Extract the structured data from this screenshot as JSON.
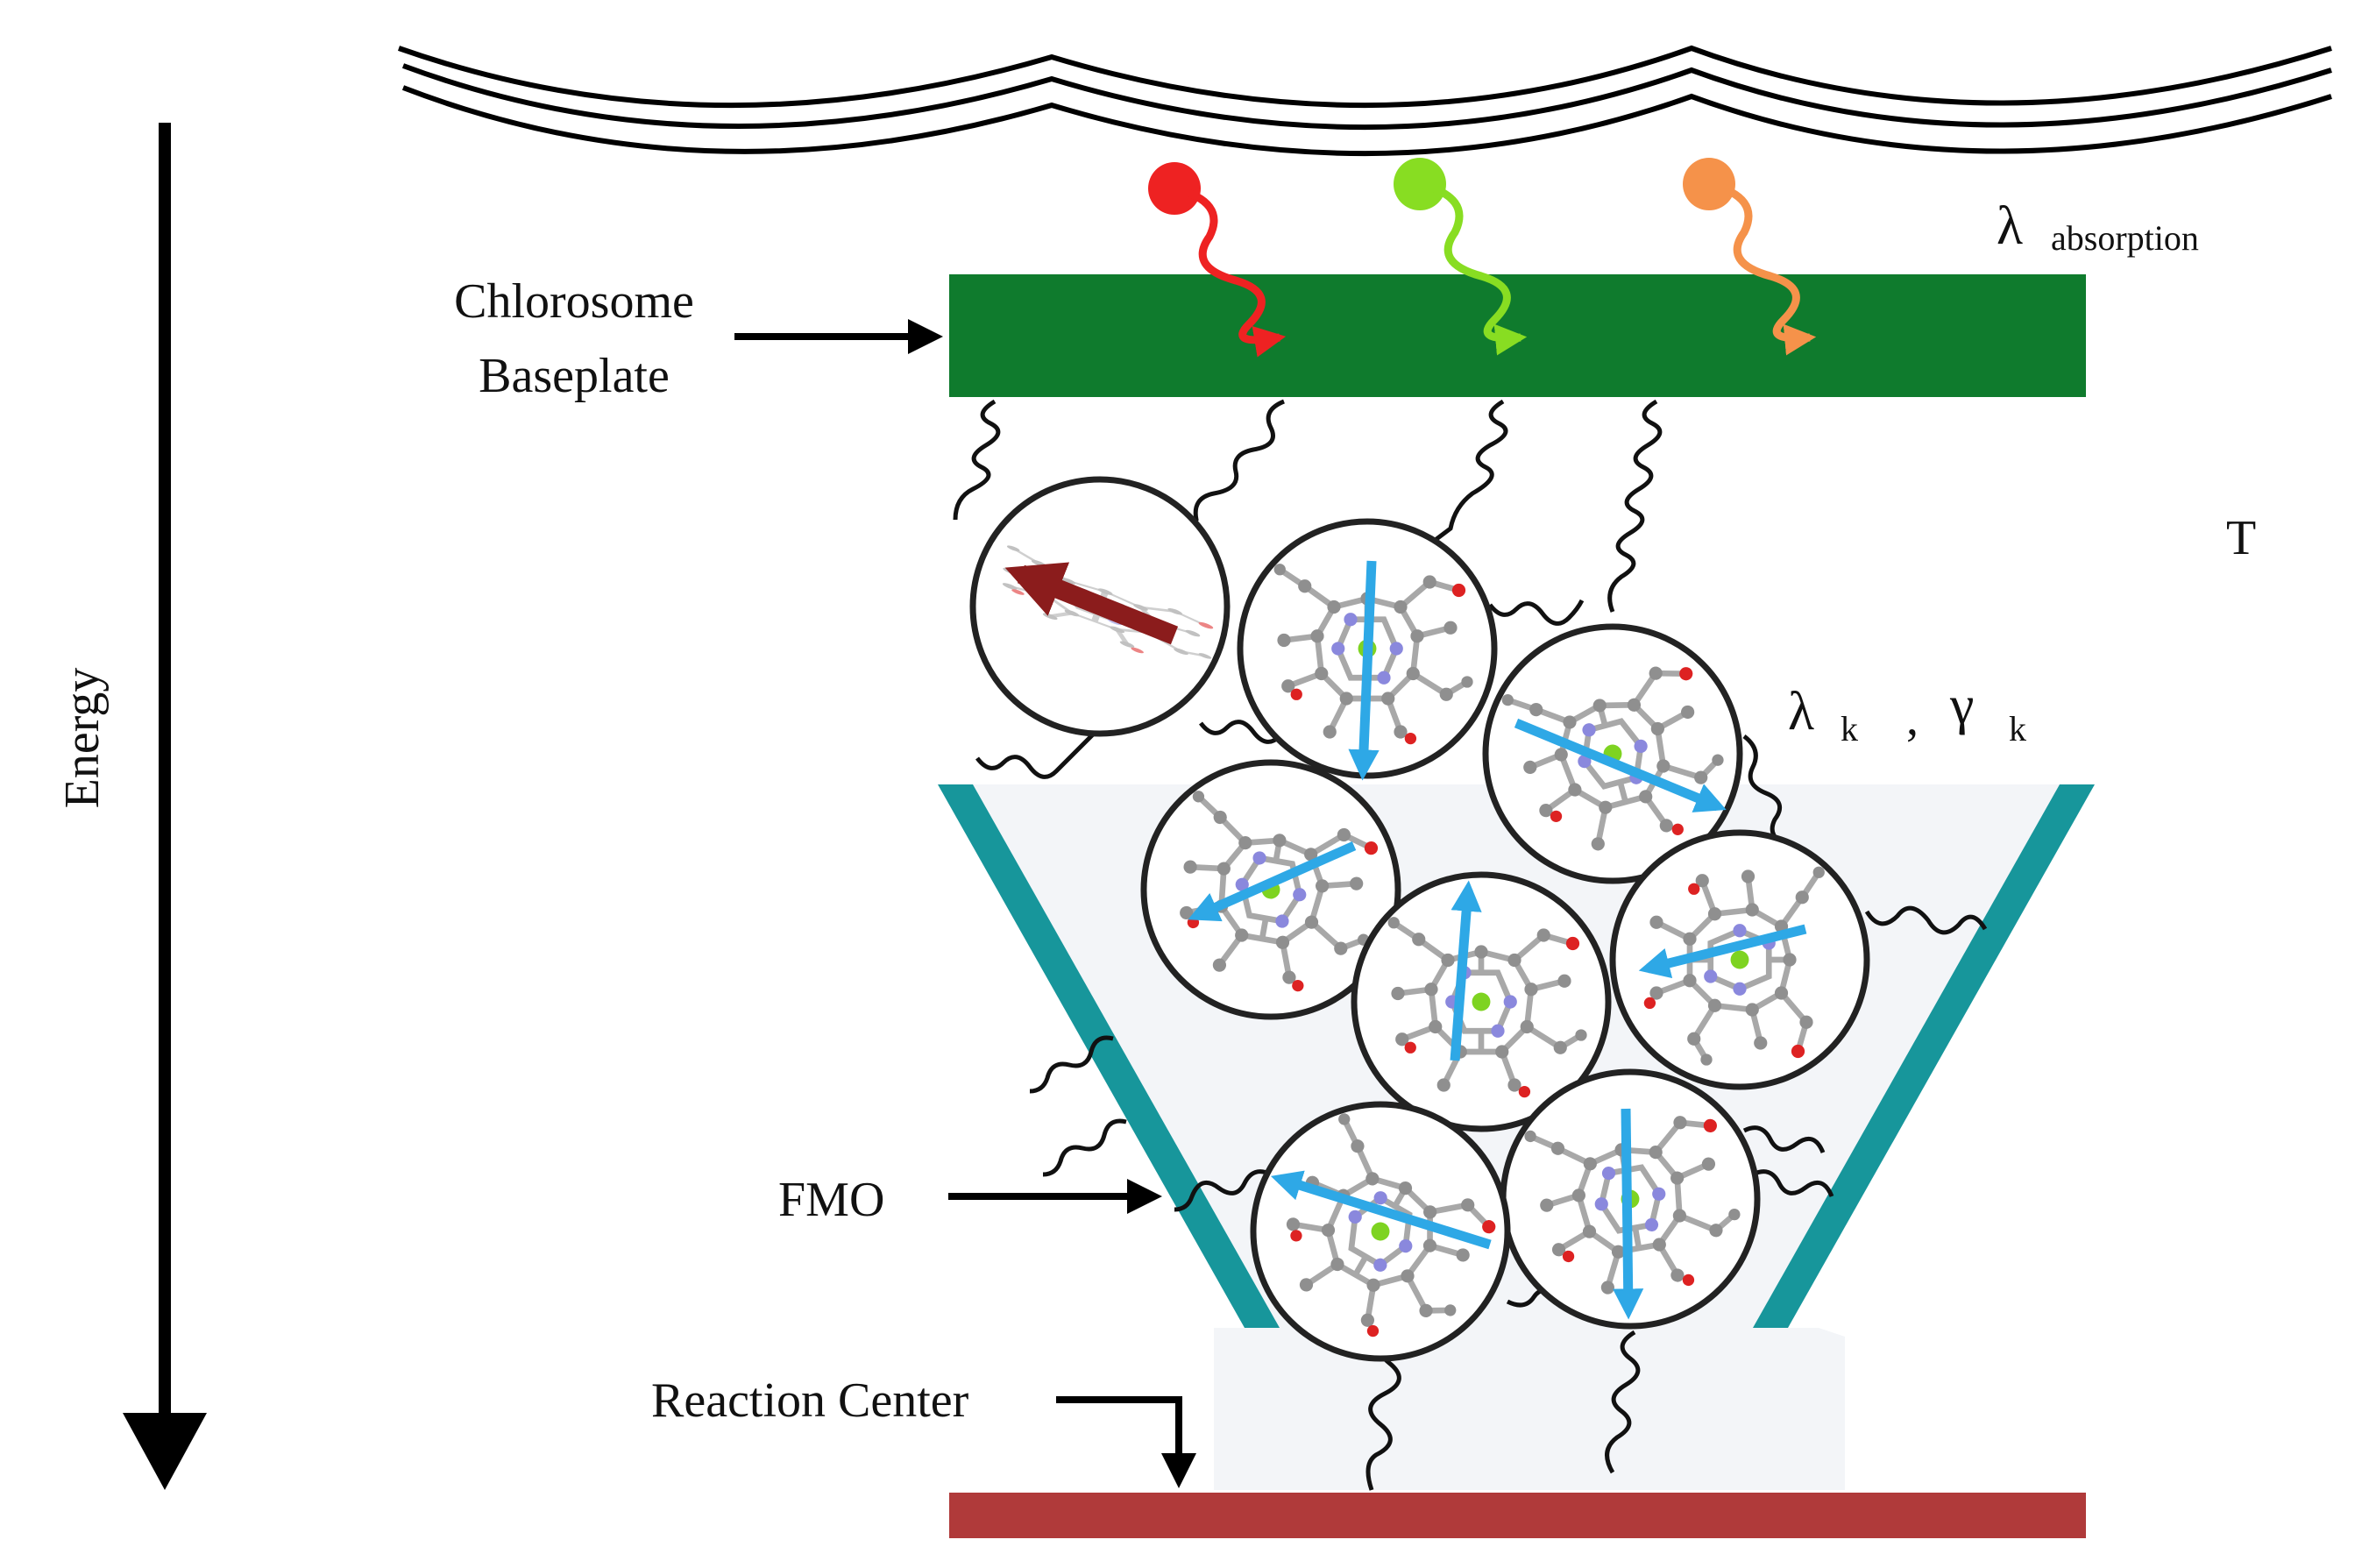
{
  "labels": {
    "energy": "Energy",
    "chlorosome_line1": "Chlorosome",
    "chlorosome_line2": "Baseplate",
    "fmo": "FMO",
    "reaction_center": "Reaction Center",
    "lambda_symbol": "λ",
    "absorption_sub": "absorption",
    "temperature": "T",
    "lambda_k_symbol": "λ",
    "gamma_k_symbol": "γ",
    "k_sub": "k",
    "separator": ","
  },
  "colors": {
    "baseplate": "#0f7b2d",
    "reaction_center": "#b03a3a",
    "funnel": "#17969b",
    "funnel_fill": "#f3f5f8",
    "photon_red": "#ee2222",
    "photon_green": "#88dd22",
    "photon_orange": "#f5924a",
    "dipole_arrow": "#2ea8e6",
    "dipole_arrow_dark": "#8b1c1c",
    "atom_carbon": "#9a9a9a",
    "atom_nitrogen": "#8a88dd",
    "atom_oxygen": "#dd2222",
    "atom_magnesium": "#7ed321"
  },
  "icons": {
    "photon": "wavy-arrow-icon",
    "chromophore": "bacteriochlorophyll-icon",
    "bath_coupling": "spring-coil-icon"
  }
}
